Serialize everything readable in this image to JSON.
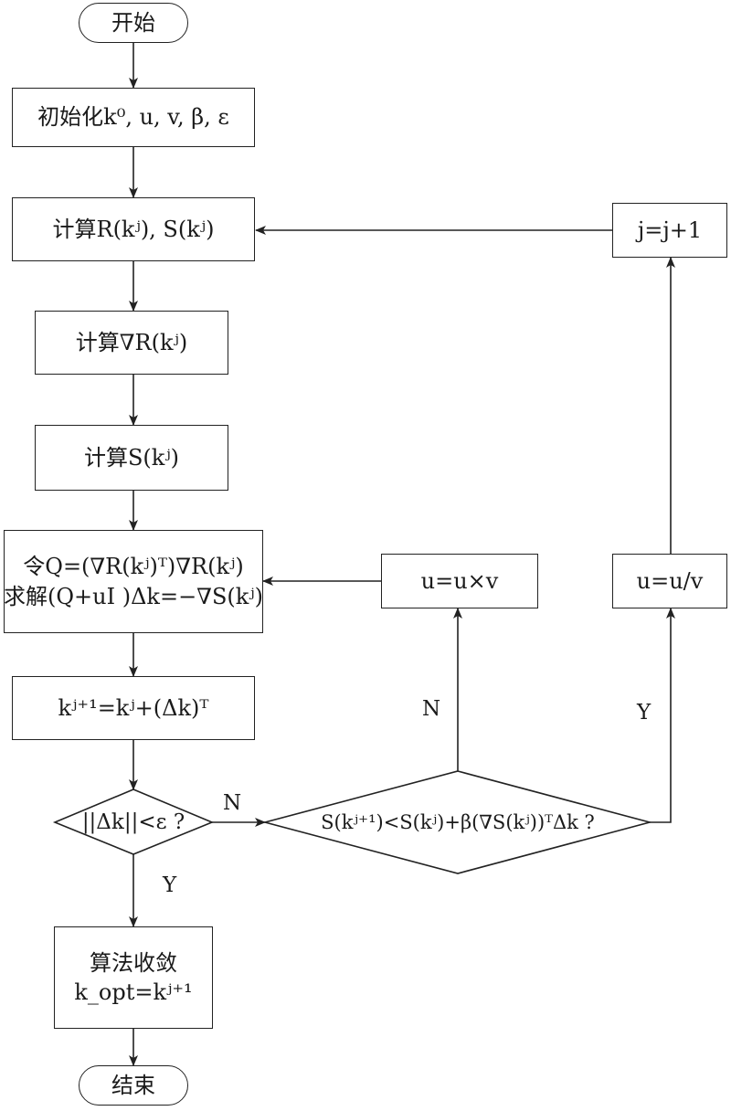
{
  "nodes": {
    "start": "开始",
    "init": "初始化k⁰, u, v, β, ε",
    "calc_rs": "计算R(kʲ), S(kʲ)",
    "calc_grad_r": "计算∇R(kʲ)",
    "calc_s": "计算S(kʲ)",
    "solve_line1": "令Q=(∇R(kʲ)ᵀ)∇R(kʲ)",
    "solve_line2": "求解(Q+uI )Δk=−∇S(kʲ)",
    "update_k": "kʲ⁺¹=kʲ+(Δk)ᵀ",
    "check_conv": "||Δk||<ε ?",
    "check_descent": "S(kʲ⁺¹)<S(kʲ)+β(∇S(kʲ))ᵀΔk ?",
    "u_mul": "u=u×v",
    "u_div": "u=u/v",
    "j_inc": "j=j+1",
    "converged_line1": "算法收敛",
    "converged_line2": "k_opt=kʲ⁺¹",
    "end": "结束"
  },
  "edge_labels": {
    "conv_no": "N",
    "conv_yes": "Y",
    "descent_no": "N",
    "descent_yes": "Y"
  },
  "colors": {
    "stroke": "#222222",
    "text": "#1a1a1a",
    "background": "#ffffff"
  }
}
